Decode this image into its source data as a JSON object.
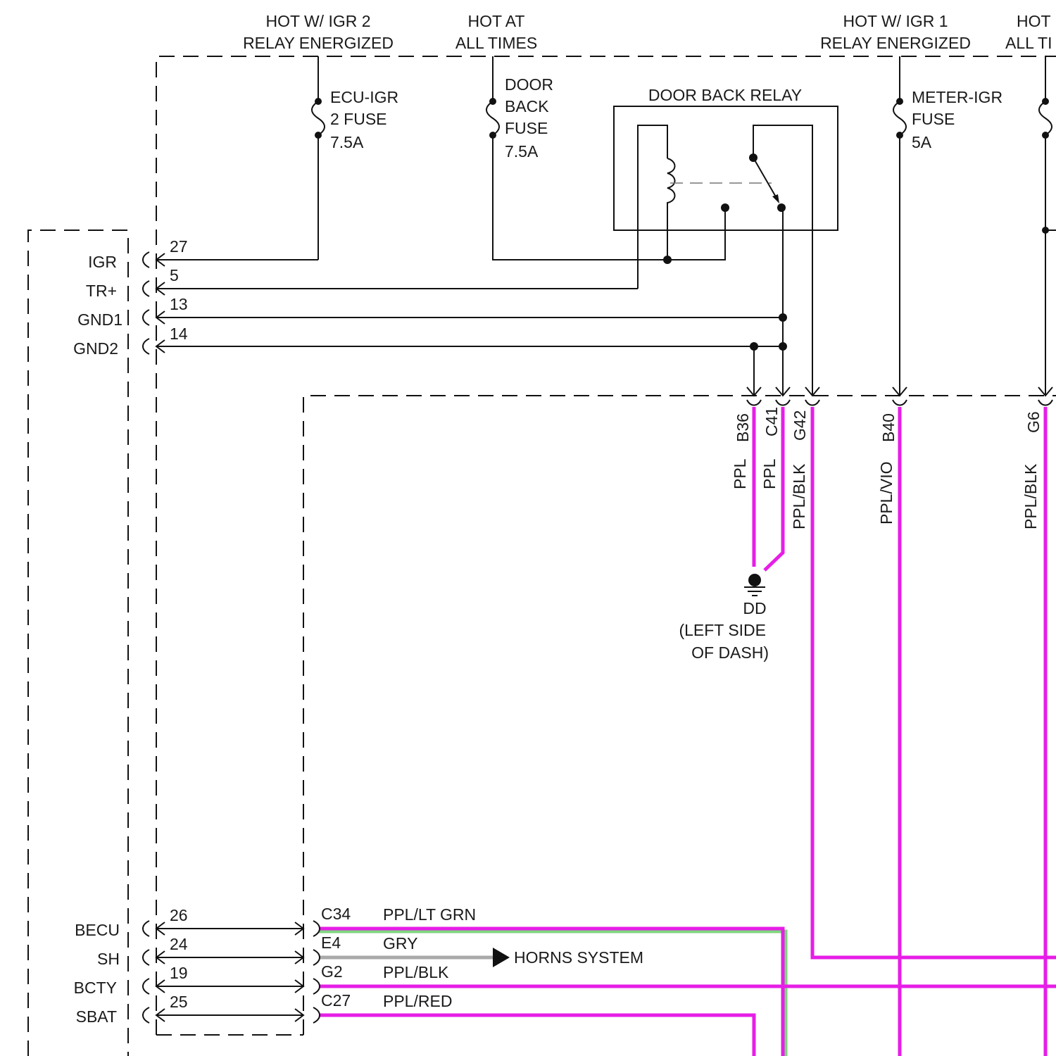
{
  "supply_labels": {
    "igr2": [
      "HOT W/ IGR 2",
      "RELAY ENERGIZED"
    ],
    "always": [
      "HOT AT",
      "ALL TIMES"
    ],
    "igr1": [
      "HOT W/ IGR 1",
      "RELAY ENERGIZED"
    ],
    "always_clipped": [
      "HOT",
      "ALL TI"
    ]
  },
  "fuses": {
    "ecu_igr": [
      "ECU-IGR",
      "2 FUSE",
      "7.5A"
    ],
    "door_back": [
      "DOOR",
      "BACK",
      "FUSE",
      "7.5A"
    ],
    "meter_igr": [
      "METER-IGR",
      "FUSE",
      "5A"
    ]
  },
  "relay": {
    "title": "DOOR BACK RELAY"
  },
  "module_pins_top": [
    {
      "name": "IGR",
      "pin": "27"
    },
    {
      "name": "TR+",
      "pin": "5"
    },
    {
      "name": "GND1",
      "pin": "13"
    },
    {
      "name": "GND2",
      "pin": "14"
    }
  ],
  "connectors_vertical": [
    {
      "id": "B36",
      "wire": "PPL"
    },
    {
      "id": "C41",
      "wire": "PPL"
    },
    {
      "id": "G42",
      "wire": "PPL/BLK"
    },
    {
      "id": "B40",
      "wire": "PPL/VIO"
    },
    {
      "id": "G6",
      "wire": "PPL/BLK"
    }
  ],
  "ground": {
    "id": "DD",
    "location": [
      "(LEFT SIDE",
      "OF DASH)"
    ]
  },
  "module_pins_bottom": [
    {
      "name": "BECU",
      "pin": "26",
      "connector": "C34",
      "wire": "PPL/LT GRN"
    },
    {
      "name": "SH",
      "pin": "24",
      "connector": "E4",
      "wire": "GRY"
    },
    {
      "name": "BCTY",
      "pin": "19",
      "connector": "G2",
      "wire": "PPL/BLK"
    },
    {
      "name": "SBAT",
      "pin": "25",
      "connector": "C27",
      "wire": "PPL/RED"
    }
  ],
  "horns_label": "HORNS SYSTEM",
  "colors": {
    "magenta": "#e61ee6",
    "gray": "#a9a9a9",
    "green_edge": "#7fd67f",
    "ink": "#111111"
  }
}
